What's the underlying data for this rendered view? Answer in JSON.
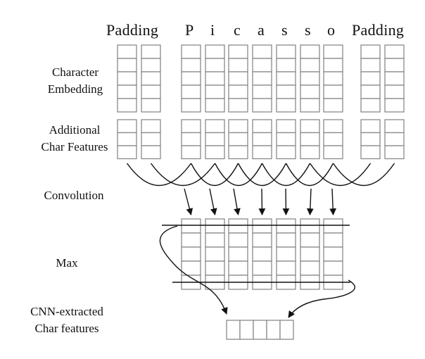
{
  "header": {
    "padding_left": "Padding",
    "chars": [
      "P",
      "i",
      "c",
      "a",
      "s",
      "s",
      "o"
    ],
    "padding_right": "Padding"
  },
  "labels": {
    "char_embedding_line1": "Character",
    "char_embedding_line2": "Embedding",
    "additional_line1": "Additional",
    "additional_line2": "Char Features",
    "convolution": "Convolution",
    "max": "Max",
    "cnn_line1": "CNN-extracted",
    "cnn_line2": "Char features"
  },
  "colors": {
    "cell_stroke": "#8a8a8a",
    "line": "#111111"
  }
}
